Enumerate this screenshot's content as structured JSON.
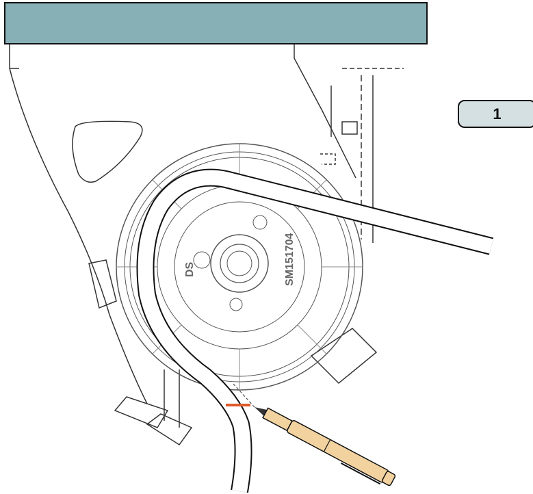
{
  "step_number": "1",
  "colors": {
    "header_bar": "#86b0b5",
    "badge_fill": "#d4e0e2",
    "mark_line": "#e05a2b",
    "pen_body": "#f2d3a0"
  },
  "illustration": {
    "hub_label_left": "DS",
    "hub_label_right": "SM151704",
    "icons": [
      "tube-icon",
      "pen-icon",
      "cut-mark-icon",
      "rotor-icon"
    ]
  }
}
